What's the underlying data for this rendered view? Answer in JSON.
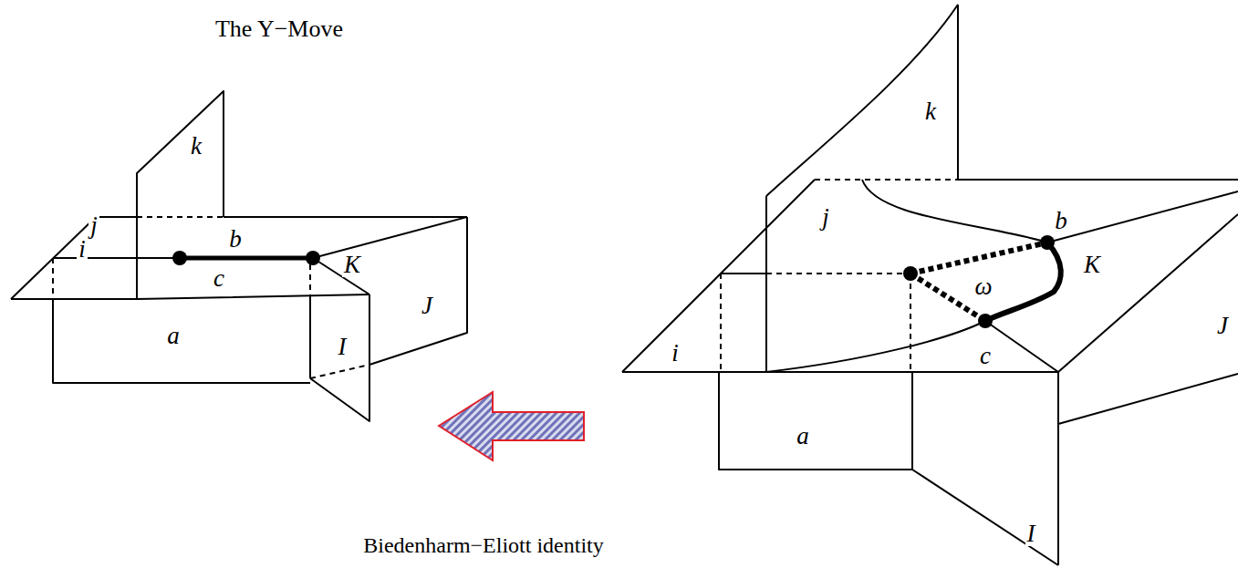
{
  "diagram": {
    "title": "The Y−Move",
    "caption": "Biedenharm−Eliott identity",
    "labels": [
      "k",
      "j",
      "i",
      "b",
      "c",
      "K",
      "a",
      "J",
      "I",
      "k",
      "j",
      "b",
      "K",
      "ω",
      "i",
      "c",
      "J",
      "a",
      "I"
    ]
  }
}
